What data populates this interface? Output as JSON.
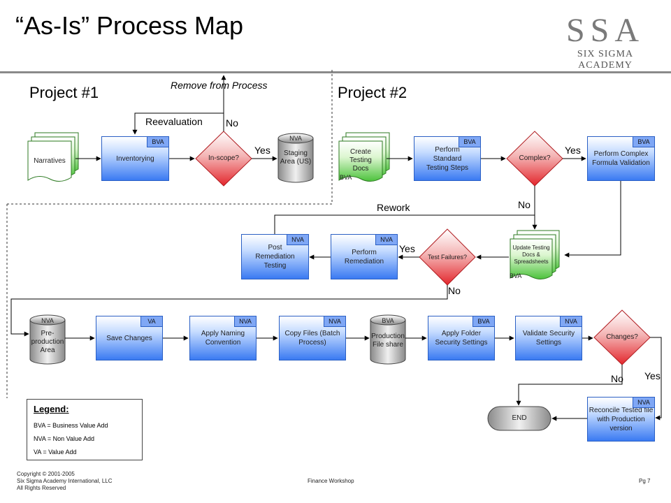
{
  "title": "“As-Is” Process Map",
  "logo": {
    "mark": "SSA",
    "name": "SIX SIGMA ACADEMY"
  },
  "projects": {
    "p1": "Project #1",
    "p2": "Project #2"
  },
  "labels": {
    "remove_from_process": "Remove from Process",
    "reevaluation": "Reevaluation",
    "no_inscope": "No",
    "yes_inscope": "Yes",
    "yes_complex": "Yes",
    "no_complex": "No",
    "rework": "Rework",
    "yes_failures": "Yes",
    "no_failures": "No",
    "no_changes": "No",
    "yes_changes": "Yes"
  },
  "docs": {
    "narratives": "Narratives",
    "create_testing_docs": "Create Testing Docs",
    "create_testing_docs_tag": "BVA",
    "update_testing_docs": "Update Testing Docs & Spreadsheets",
    "update_testing_docs_tag": "BVA"
  },
  "boxes": {
    "inventorying": {
      "label": "Inventorying",
      "tag": "BVA"
    },
    "standard_testing": {
      "label": "Perform Standard Testing Steps",
      "tag": "BVA"
    },
    "complex_formula": {
      "label": "Perform Complex Formula Validation",
      "tag": "BVA"
    },
    "post_remediation": {
      "label": "Post Remediation Testing",
      "tag": "NVA"
    },
    "perform_remediation": {
      "label": "Perform Remediation",
      "tag": "NVA"
    },
    "save_changes": {
      "label": "Save Changes",
      "tag": "VA"
    },
    "naming_convention": {
      "label": "Apply Naming Convention",
      "tag": "NVA"
    },
    "copy_files": {
      "label": "Copy Files (Batch Process)",
      "tag": "NVA"
    },
    "folder_security": {
      "label": "Apply Folder Security Settings",
      "tag": "BVA"
    },
    "validate_security": {
      "label": "Validate Security Settings",
      "tag": "NVA"
    },
    "reconcile": {
      "label": "Reconcile Tested file with Production version",
      "tag": "NVA"
    }
  },
  "decisions": {
    "in_scope": "In-scope?",
    "complex": "Complex?",
    "test_failures": "Test Failures?",
    "changes": "Changes?"
  },
  "cylinders": {
    "staging": {
      "tag": "NVA",
      "label": "Staging Area (US)"
    },
    "preproduction": {
      "tag": "NVA",
      "label": "Pre-production Area"
    },
    "production": {
      "tag": "BVA",
      "label": "Production File share"
    }
  },
  "end_label": "END",
  "legend": {
    "title": "Legend:",
    "items": [
      "BVA = Business Value Add",
      "NVA = Non Value Add",
      "VA = Value Add"
    ]
  },
  "footer": {
    "copyright_lines": [
      "Copyright © 2001-2005",
      "Six Sigma Academy International, LLC",
      "All Rights Reserved"
    ],
    "center": "Finance Workshop",
    "page": "Pg 7"
  }
}
